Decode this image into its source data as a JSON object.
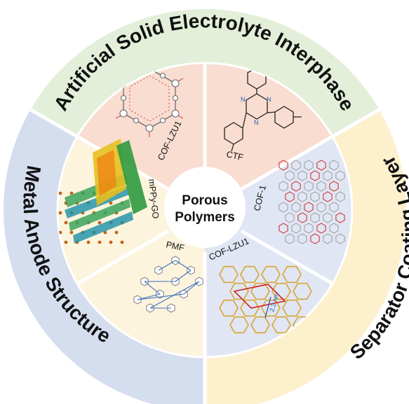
{
  "center": {
    "line1": "Porous",
    "line2": "Polymers"
  },
  "ring": {
    "top": "Artificial Solid Electrolyte Interphase",
    "right": "Separator Coating Layer",
    "left": "Metal Anode Structure"
  },
  "segments": {
    "cof_lzu1_top": "COF-LZU1",
    "ctf": "CTF",
    "cof_1": "COF-1",
    "cof_lzu1_bottom": "COF-LZU1",
    "pmf": "PMF",
    "mppy_go": "mPPy-GO"
  },
  "annotations": {
    "pore_size": "2.2 nm",
    "triazine_n": "N"
  },
  "colors": {
    "top_ring": "#e3efd9",
    "right_ring": "#fdf0cc",
    "left_ring": "#d5deef",
    "top_inner": "#f9ddd0",
    "right_inner": "#e0e6f3",
    "left_inner": "#fdf4de",
    "divider": "#ffffff"
  }
}
